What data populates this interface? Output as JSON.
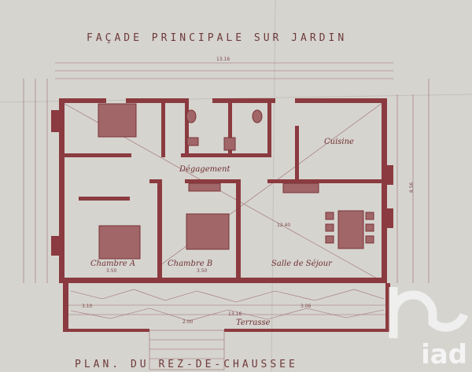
{
  "plan": {
    "top_title": "FAÇADE PRINCIPALE SUR JARDIN",
    "bottom_title": "PLAN. DU REZ-DE-CHAUSSEE",
    "rooms": {
      "bedroom_a": "Chambre A",
      "bedroom_b": "Chambre B",
      "living": "Salle de Séjour",
      "kitchen": "Cuisine",
      "hall": "Dégagement",
      "terrace": "Terrasse"
    },
    "dimensions": {
      "top_total": "13.16",
      "living_width": "12.40",
      "bedroom_a_width": "3.50",
      "bedroom_b_width": "3.50",
      "right_depth": "8.56",
      "terrace_total": "13.16",
      "terrace_step": "2.00",
      "terrace_left": "3.10",
      "terrace_right": "3.06"
    },
    "colors": {
      "ink": "#8b3b40",
      "paper": "#d6d4cf"
    }
  },
  "watermark": {
    "brand": "iad"
  }
}
